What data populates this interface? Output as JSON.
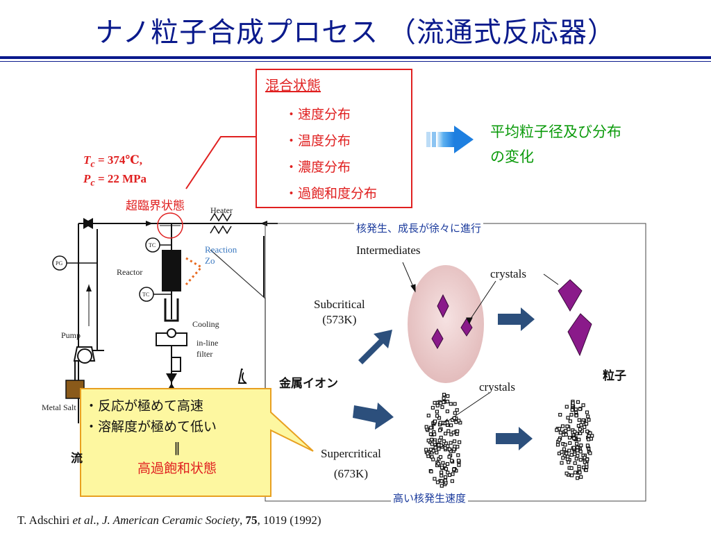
{
  "title": "ナノ粒子合成プロセス （流通式反応器）",
  "mixing": {
    "heading": "混合状態",
    "items": [
      "・速度分布",
      "・温度分布",
      "・濃度分布",
      "・過飽和度分布"
    ]
  },
  "result": {
    "line1": "平均粒子径及び分布",
    "line2": "の変化"
  },
  "critical_point": {
    "temperature": "T",
    "temperature_sub": "c",
    "temperature_value": " = 374℃,",
    "pressure": "P",
    "pressure_sub": "c",
    "pressure_value": " = 22 MPa"
  },
  "supercritical_state": "超臨界状態",
  "apparatus": {
    "heater": "Heater",
    "tc_top": "TC",
    "tc_bottom": "TC",
    "pg": "PG",
    "reactor": "Reactor",
    "reaction_zone_line1": "Reaction",
    "reaction_zone_line2": "Zo",
    "cooling": "Cooling",
    "inline_filter_line1": "in-line",
    "inline_filter_line2": "filter",
    "pump": "Pump",
    "metal_salt": "Metal Salt",
    "flow_partial": "流"
  },
  "mechanism": {
    "progress_label": "核発生、成長が徐々に進行",
    "intermediates": "Intermediates",
    "subcritical": "Subcritical",
    "subcritical_temp": "(573K)",
    "crystals_1": "crystals",
    "crystals_2": "crystals",
    "metal_ion": "金属イオン",
    "particle": "粒子",
    "supercritical": "Supercritical",
    "supercritical_temp": "(673K)",
    "nucleation_label": "高い核発生速度"
  },
  "callout": {
    "line1": "・反応が極めて高速",
    "line2": "・溶解度が極めて低い",
    "line3": "‖",
    "line4": "高過飽和状態"
  },
  "citation": {
    "authors": "T. Adschiri ",
    "etal": "et al",
    "sep": "., ",
    "journal": "J. American Ceramic Society",
    "comma": ", ",
    "volume": "75",
    "rest": ", 1019 (1992)"
  },
  "colors": {
    "title_blue": "#0a1a8c",
    "emphasis_red": "#e02020",
    "result_green": "#0a9a0a",
    "label_blue": "#1a3a9c",
    "crystal_purple": "#8a1a8a",
    "arrow_navy": "#2c4f7c",
    "callout_fill": "#fdf7a0",
    "callout_border": "#e8a020",
    "big_arrow_blue": "#1e88e8"
  }
}
